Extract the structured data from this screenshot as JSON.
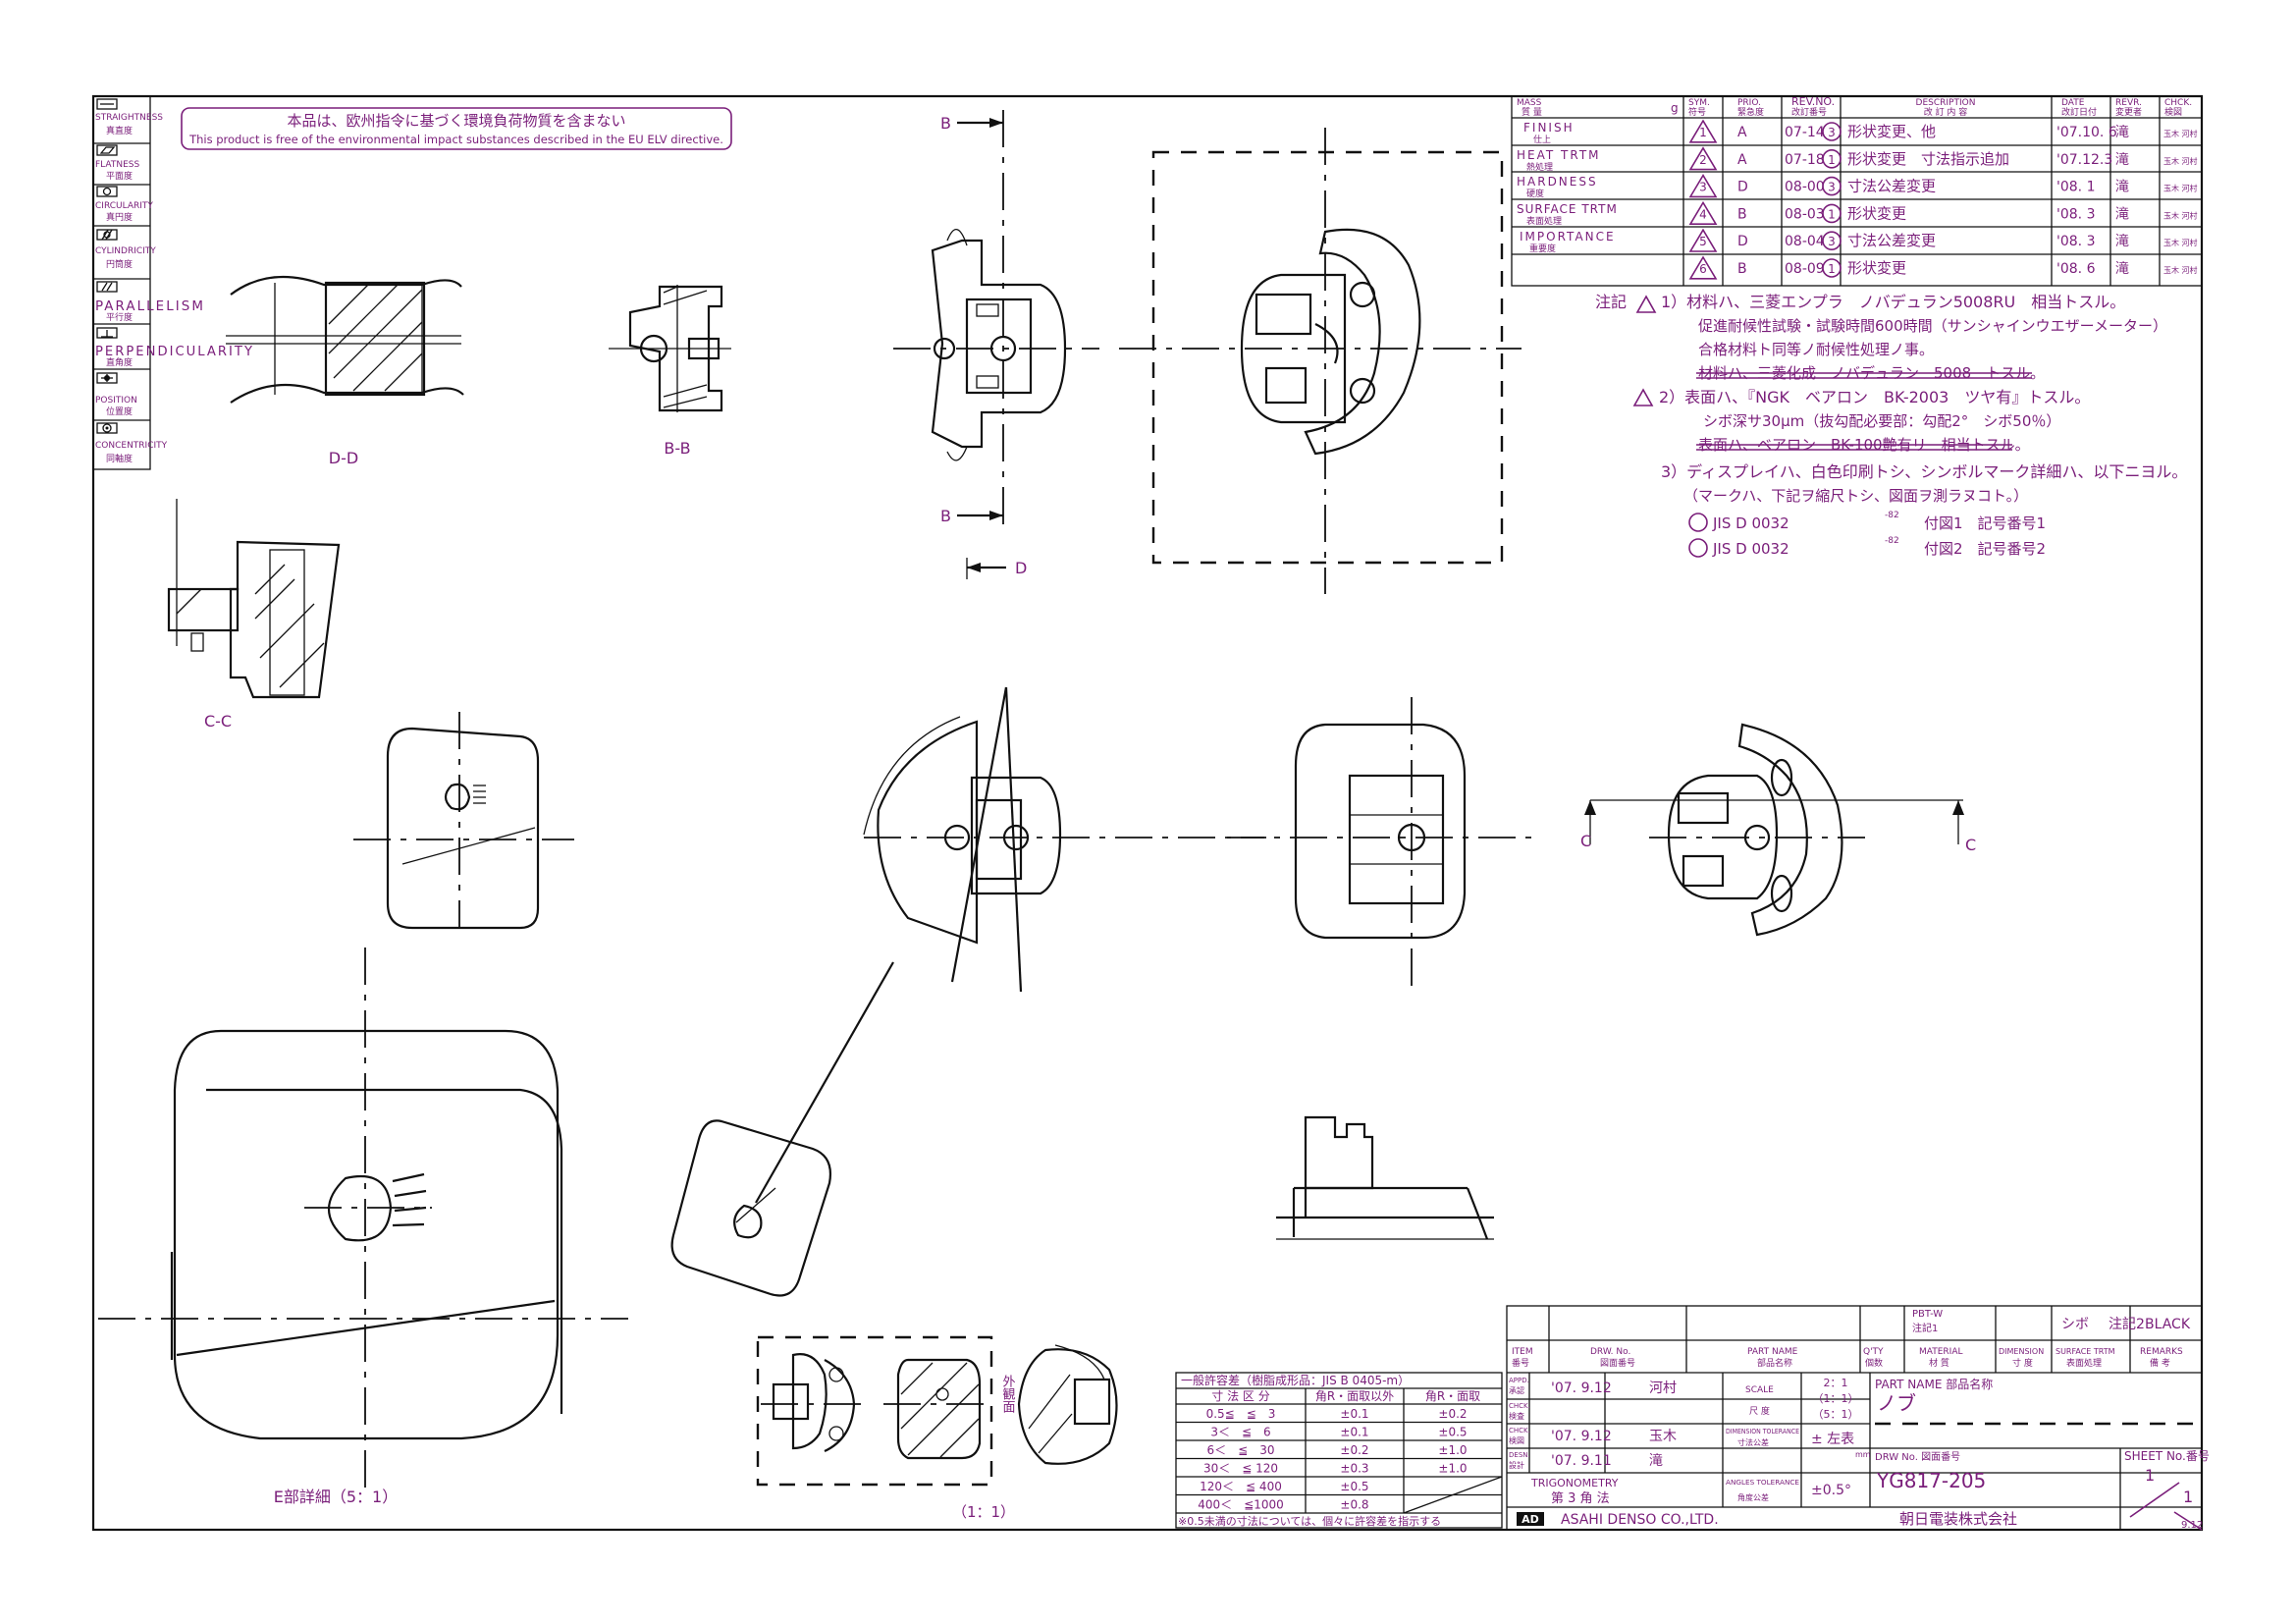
{
  "colors": {
    "ink": "#111111",
    "annotation": "#7a1e7a",
    "paper": "#ffffff"
  },
  "env_notice": {
    "jp": "本品は、欧州指令に基づく環境負荷物質を含まない",
    "en": "This product is free of the environmental impact substances described in the EU ELV directive."
  },
  "legend": [
    {
      "en": "STRAIGHTNESS",
      "jp": "真直度",
      "icon": "straightness-icon"
    },
    {
      "en": "FLATNESS",
      "jp": "平面度",
      "icon": "flatness-icon"
    },
    {
      "en": "CIRCULARITY",
      "jp": "真円度",
      "icon": "circularity-icon"
    },
    {
      "en": "CYLINDRICITY",
      "jp": "円筒度",
      "icon": "cylindricity-icon"
    },
    {
      "en": "PARALLELISM",
      "jp": "平行度",
      "icon": "parallelism-icon"
    },
    {
      "en": "PERPENDICULARITY",
      "jp": "直角度",
      "icon": "perpendicularity-icon"
    },
    {
      "en": "POSITION",
      "jp": "位置度",
      "icon": "position-icon"
    },
    {
      "en": "CONCENTRICITY",
      "jp": "同軸度",
      "icon": "concentricity-icon"
    }
  ],
  "views": {
    "dd": "D-D",
    "bb": "B-B",
    "cc": "C-C",
    "b_top": "B",
    "b_bottom": "B",
    "d": "D",
    "c_left": "C",
    "c_right": "C",
    "detail_e": "E部詳細（5：1）",
    "scale_11": "（1：1）",
    "outer_face": "外観面"
  },
  "revision_table": {
    "headers": {
      "mass": "MASS",
      "mass_jp": "質 量",
      "mass_unit": "g",
      "sym": "SYM.",
      "sym_jp": "符号",
      "prio": "PRIO.",
      "prio_jp": "緊急度",
      "rev": "REV.NO.",
      "rev_jp": "改訂番号",
      "desc": "DESCRIPTION",
      "desc_jp": "改 訂 内 容",
      "date": "DATE",
      "date_jp": "改訂日付",
      "revr": "REVR.",
      "revr_jp": "変更者",
      "chck": "CHCK.",
      "chck_jp": "検図"
    },
    "left_labels": [
      {
        "en": "FINISH",
        "jp": "仕上"
      },
      {
        "en": "HEAT TRTM",
        "jp": "熱処理"
      },
      {
        "en": "HARDNESS",
        "jp": "硬度"
      },
      {
        "en": "SURFACE TRTM",
        "jp": "表面処理"
      },
      {
        "en": "IMPORTANCE",
        "jp": "重要度"
      }
    ],
    "rows": [
      {
        "sym": "1",
        "prio": "A",
        "rev": "07-14",
        "ref": "3",
        "desc": "形状変更、他",
        "date": "'07.10. 6",
        "revr": "滝",
        "chck": "玉木 河村"
      },
      {
        "sym": "2",
        "prio": "A",
        "rev": "07-18",
        "ref": "1",
        "desc": "形状変更　寸法指示追加",
        "date": "'07.12.3",
        "revr": "滝",
        "chck": "玉木 河村"
      },
      {
        "sym": "3",
        "prio": "D",
        "rev": "08-00",
        "ref": "3",
        "desc": "寸法公差変更",
        "date": "'08. 1",
        "revr": "滝",
        "chck": "玉木 河村"
      },
      {
        "sym": "4",
        "prio": "B",
        "rev": "08-03",
        "ref": "1",
        "desc": "形状変更",
        "date": "'08. 3",
        "revr": "滝",
        "chck": "玉木 河村"
      },
      {
        "sym": "5",
        "prio": "D",
        "rev": "08-04",
        "ref": "3",
        "desc": "寸法公差変更",
        "date": "'08. 3",
        "revr": "滝",
        "chck": "玉木 河村"
      },
      {
        "sym": "6",
        "prio": "B",
        "rev": "08-09",
        "ref": "1",
        "desc": "形状変更",
        "date": "'08. 6",
        "revr": "滝",
        "chck": "玉木 河村"
      }
    ]
  },
  "notes": {
    "title": "注記",
    "n1": "1）材料ハ、三菱エンプラ　ノバデュラン5008RU　相当トスル。",
    "n1b": "促進耐候性試験・試験時間600時間（サンシャインウエザーメーター）",
    "n1c": "合格材料ト同等ノ耐候性処理ノ事。",
    "n1d": "材料ハ、三菱化成　ノバデュラン　5008　トスル。",
    "n2": "2）表面ハ、『NGK　ベアロン　BK-2003　ツヤ有』トスル。",
    "n2b": "シボ深サ30μm（抜勾配必要部：勾配2°　シボ50％）",
    "n2c": "表面ハ、ベアロン　BK-100艶有リ　相当トスル。",
    "n3": "3）ディスプレイハ、白色印刷トシ、シンボルマーク詳細ハ、以下ニヨル。",
    "n3b": "（マークハ、下記ヲ縮尺トシ、図面ヲ測ラヌコト。）",
    "ref1_code": "JIS D 0032",
    "ref1_sup": "-82",
    "ref1_desc": "付図1　記号番号1",
    "ref2_code": "JIS D 0032",
    "ref2_sup": "-82",
    "ref2_desc": "付図2　記号番号2"
  },
  "tolerance_table": {
    "title": "一般許容差（樹脂成形品：JIS B 0405-m）",
    "headers": [
      "寸 法 区 分",
      "角R・面取以外",
      "角R・面取"
    ],
    "rows": [
      [
        "0.5≦　≦　3",
        "±0.1",
        "±0.2"
      ],
      [
        "3＜　≦　6",
        "±0.1",
        "±0.5"
      ],
      [
        "6＜　≦　30",
        "±0.2",
        "±1.0"
      ],
      [
        "30＜　≦ 120",
        "±0.3",
        "±1.0"
      ],
      [
        "120＜　≦ 400",
        "±0.5",
        ""
      ],
      [
        "400＜　≦1000",
        "±0.8",
        ""
      ]
    ],
    "footnote": "※0.5未満の寸法については、個々に許容差を指示する"
  },
  "title_block": {
    "top": {
      "material_code": "PBT-W",
      "material_note": "注記1",
      "surface": "シボ",
      "surface_note": "注記2",
      "color": "BLACK"
    },
    "col_headers": [
      {
        "en": "ITEM",
        "jp": "番号"
      },
      {
        "en": "DRW. No.",
        "jp": "図面番号"
      },
      {
        "en": "PART NAME",
        "jp": "部品名称"
      },
      {
        "en": "Q'TY",
        "jp": "個数"
      },
      {
        "en": "MATERIAL",
        "jp": "材 質"
      },
      {
        "en": "DIMENSION",
        "jp": "寸 度"
      },
      {
        "en": "SURFACE TRTM",
        "jp": "表面処理"
      },
      {
        "en": "REMARKS",
        "jp": "備 考"
      }
    ],
    "appd": {
      "en": "APPD.",
      "jp": "承認",
      "date": "'07. 9.12",
      "name": "河村"
    },
    "chck": {
      "en": "CHCK.",
      "jp": "検査",
      "date": "",
      "name": ""
    },
    "chck2": {
      "en": "CHCK.",
      "jp": "検図",
      "date": "'07. 9.12",
      "name": "玉木"
    },
    "desn": {
      "en": "DESN.",
      "jp": "設計",
      "date": "'07. 9.11",
      "name": "滝"
    },
    "scale_label": "SCALE",
    "scale_jp": "尺 度",
    "scale_values": [
      "2：1",
      "（1：1）",
      "（5：1）"
    ],
    "dim_tol_label": "DIMENSION TOLERANCE",
    "dim_tol_jp": "寸法公差",
    "dim_tol_value": "± 左表",
    "dim_tol_unit": "mm",
    "ang_tol_label": "ANGLES TOLERANCE",
    "ang_tol_jp": "角度公差",
    "ang_tol_value": "±0.5°",
    "projection_en": "TRIGONOMETRY",
    "projection_jp": "第 3 角 法",
    "part_name_label": "PART NAME 部品名称",
    "part_name": "ノブ",
    "drw_no_label": "DRW No. 図面番号",
    "drw_no": "YG817-205",
    "sheet_label": "SHEET No.番号",
    "sheet_value": "1",
    "sheet_total": "1",
    "company_logo": "AD",
    "company_en": "ASAHI DENSO CO.,LTD.",
    "company_jp": "朝日電装株式会社",
    "corner_date": "9.12"
  }
}
